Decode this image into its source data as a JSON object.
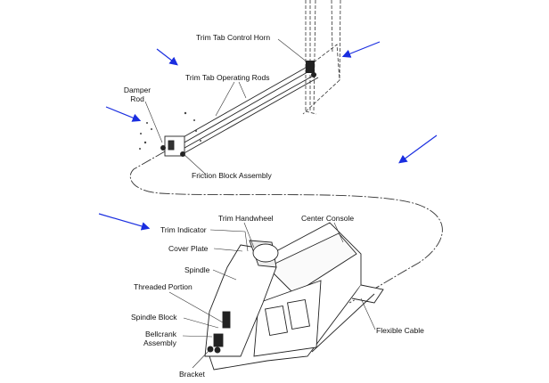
{
  "labels": {
    "control_horn": "Trim Tab Control Horn",
    "operating_rods": "Trim Tab Operating Rods",
    "damper_rod_1": "Damper",
    "damper_rod_2": "Rod",
    "friction_block": "Friction Block Assembly",
    "trim_indicator": "Trim Indicator",
    "trim_handwheel": "Trim Handwheel",
    "center_console": "Center Console",
    "cover_plate": "Cover Plate",
    "spindle": "Spindle",
    "threaded_portion": "Threaded Portion",
    "spindle_block": "Spindle Block",
    "bellcrank_1": "Bellcrank",
    "bellcrank_2": "Assembly",
    "bracket": "Bracket",
    "flexible_cable": "Flexible Cable"
  },
  "colors": {
    "arrow": "#1a2ee0",
    "line": "#222222"
  }
}
